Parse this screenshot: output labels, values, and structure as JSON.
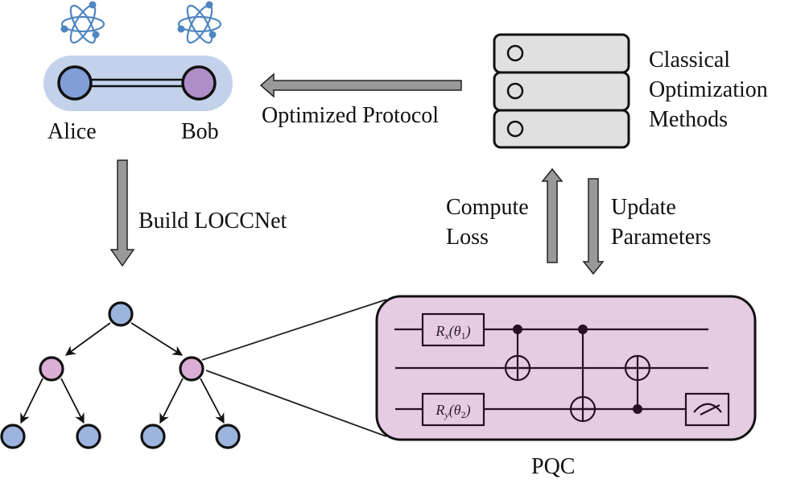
{
  "colors": {
    "node_blue": "#9db4de",
    "node_blue_dark": "#7f9fd6",
    "node_pink": "#dcaed6",
    "node_purple": "#b08fc8",
    "pair_background": "#c3d2ea",
    "server_fill": "#e0e0e0",
    "arrow_fill": "#999999",
    "pqc_fill": "#e5cce3",
    "wire_color": "#2a0f24",
    "atom_blue": "#4f86c0"
  },
  "parties": {
    "alice_label": "Alice",
    "bob_label": "Bob"
  },
  "server": {
    "label_lines": [
      "Classical",
      "Optimization",
      "Methods"
    ],
    "units": 3
  },
  "arrows": {
    "optimized_protocol": "Optimized Protocol",
    "build_loccnet": "Build LOCCNet",
    "compute_loss": [
      "Compute",
      "Loss"
    ],
    "update_parameters": [
      "Update",
      "Parameters"
    ]
  },
  "tree": {
    "levels": [
      [
        "blue"
      ],
      [
        "pink",
        "pink"
      ],
      [
        "blue",
        "blue",
        "blue",
        "blue"
      ]
    ],
    "zoomed_node": "level1-right"
  },
  "pqc": {
    "label": "PQC",
    "gates": [
      {
        "type": "rotation",
        "axis": "x",
        "param": "θ1",
        "qubit": 0
      },
      {
        "type": "rotation",
        "axis": "y",
        "param": "θ2",
        "qubit": 2
      },
      {
        "type": "cnot",
        "control": 0,
        "target": 1
      },
      {
        "type": "cnot",
        "control": 0,
        "target": 2
      },
      {
        "type": "cnot",
        "control": 2,
        "target": 1
      },
      {
        "type": "measure",
        "qubit": 2
      }
    ]
  }
}
